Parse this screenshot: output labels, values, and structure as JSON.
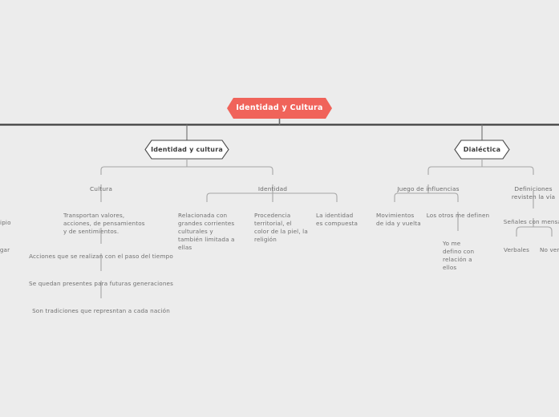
{
  "diagram": {
    "type": "mind-map",
    "title": "Identidad y Cultura",
    "background_color": "#ececec",
    "root_color": "#f0635a",
    "root_text_color": "#ffffff",
    "node_outline_color": "#4a4a4a",
    "connector_color": "#a6a6a6",
    "spine_color": "#3f3f3f",
    "leaf_text_color": "#707070"
  },
  "root": {
    "label": "Identidad y Cultura"
  },
  "branches": [
    {
      "id": "identidad-y-cultura",
      "label": "Identidad y cultura",
      "children": [
        {
          "id": "cultura",
          "label": "Cultura",
          "children": [
            {
              "id": "cultura-principio",
              "label": "rincipio",
              "clipped": true
            },
            {
              "id": "cultura-lugar",
              "label": "a lugar",
              "clipped": true
            },
            {
              "id": "cultura-transportan",
              "label": "Transportan valores,\nacciones, de pensamientos\ny de sentimientos.",
              "children": [
                {
                  "id": "cultura-acciones",
                  "label": "Acciones que se realizan con el paso del tiempo",
                  "children": [
                    {
                      "id": "cultura-generaciones",
                      "label": "Se quedan presentes para futuras generaciones",
                      "children": [
                        {
                          "id": "cultura-tradiciones",
                          "label": "Son tradiciones que represntan a cada nación"
                        }
                      ]
                    }
                  ]
                }
              ]
            }
          ]
        },
        {
          "id": "identidad",
          "label": "Identidad",
          "children": [
            {
              "id": "identidad-relacionada",
              "label": "Relacionada con\ngrandes corrientes\nculturales y\ntambién limitada a ellas"
            },
            {
              "id": "identidad-procedencia",
              "label": "Procedencia\nterritorial, el\ncolor de la piel, la\nreligión"
            },
            {
              "id": "identidad-compuesta",
              "label": "La identidad\nes compuesta"
            }
          ]
        }
      ]
    },
    {
      "id": "dialectica",
      "label": "Dialéctica",
      "children": [
        {
          "id": "juego-de-influencias",
          "label": "Juego de influencias",
          "children": [
            {
              "id": "movimientos",
              "label": "Movimientos\nde ida y vuelta"
            },
            {
              "id": "los-otros-me-definen",
              "label": "Los otros me definen",
              "children": [
                {
                  "id": "yo-me-defino",
                  "label": "Yo me\ndefino con\nrelación a\nellos"
                }
              ]
            }
          ]
        },
        {
          "id": "definiciones",
          "label": "Definiciones\nrevisten la vía",
          "children": [
            {
              "id": "senales",
              "label": "Señales con mensaj",
              "clipped": true,
              "children": [
                {
                  "id": "verbales",
                  "label": "Verbales"
                },
                {
                  "id": "no-verbales",
                  "label": "No verb",
                  "clipped": true
                }
              ]
            }
          ]
        }
      ]
    }
  ]
}
